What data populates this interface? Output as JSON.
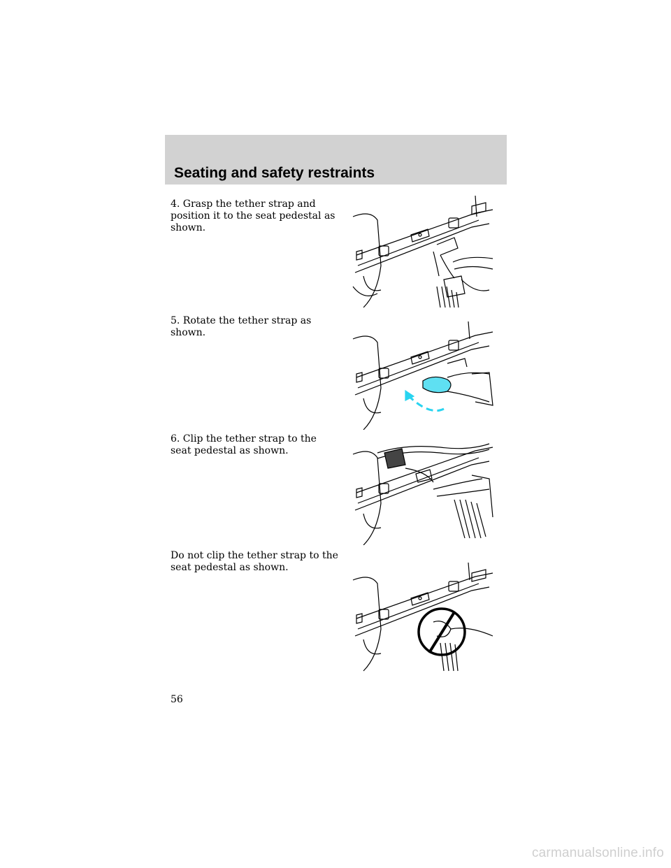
{
  "header": {
    "title": "Seating and safety restraints"
  },
  "steps": [
    {
      "text": "4. Grasp the tether strap and position it to the seat pedestal as shown."
    },
    {
      "text": "5. Rotate the tether strap as shown."
    },
    {
      "text": "6. Clip the tether strap to the seat pedestal as shown."
    },
    {
      "text": "Do not clip the tether strap to the seat pedestal as shown."
    }
  ],
  "page_number": "56",
  "watermark": "carmanualsonline.info",
  "colors": {
    "header_bg": "#d2d2d2",
    "arrow": "#29d4f0",
    "strap_highlight": "#5fe0f2"
  }
}
